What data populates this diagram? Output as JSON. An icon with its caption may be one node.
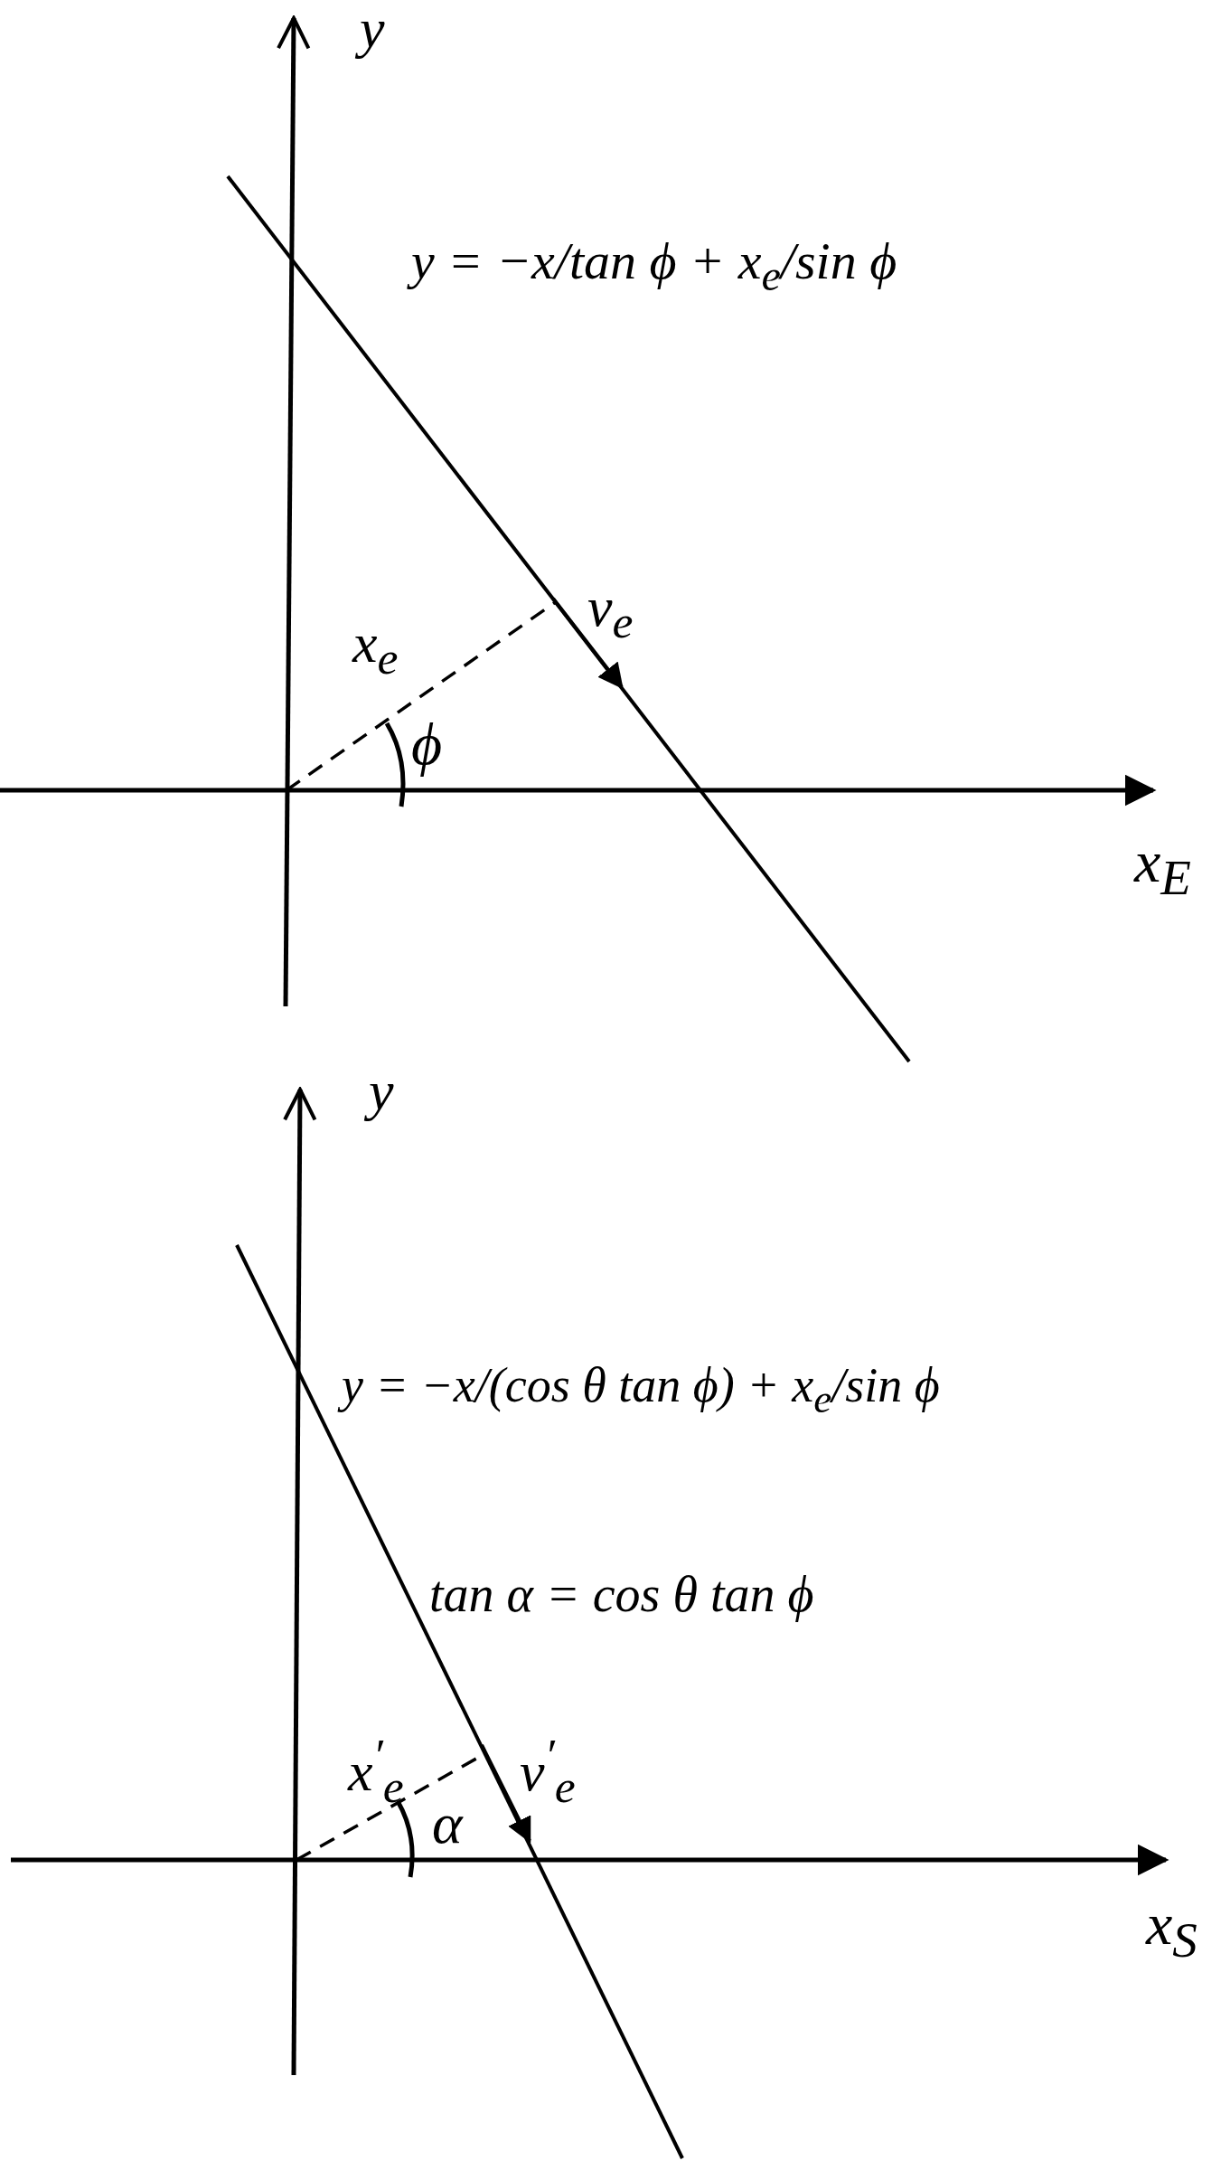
{
  "diagram": {
    "labels": [
      "y",
      "y = −x/tan ϕ + x$_{e}$/sin ϕ",
      "v$_{e}$",
      "x$_{e}$",
      "ϕ",
      "x$_{E}$",
      "y",
      "y = −x/(cos θ tan ϕ) + x$_{e}$/sin ϕ",
      "tan α = cos θ tan ϕ",
      "x$^{′}$$_{e}$",
      "v$^{′}$$_{e}$",
      "α",
      "x$_{S}$"
    ]
  }
}
